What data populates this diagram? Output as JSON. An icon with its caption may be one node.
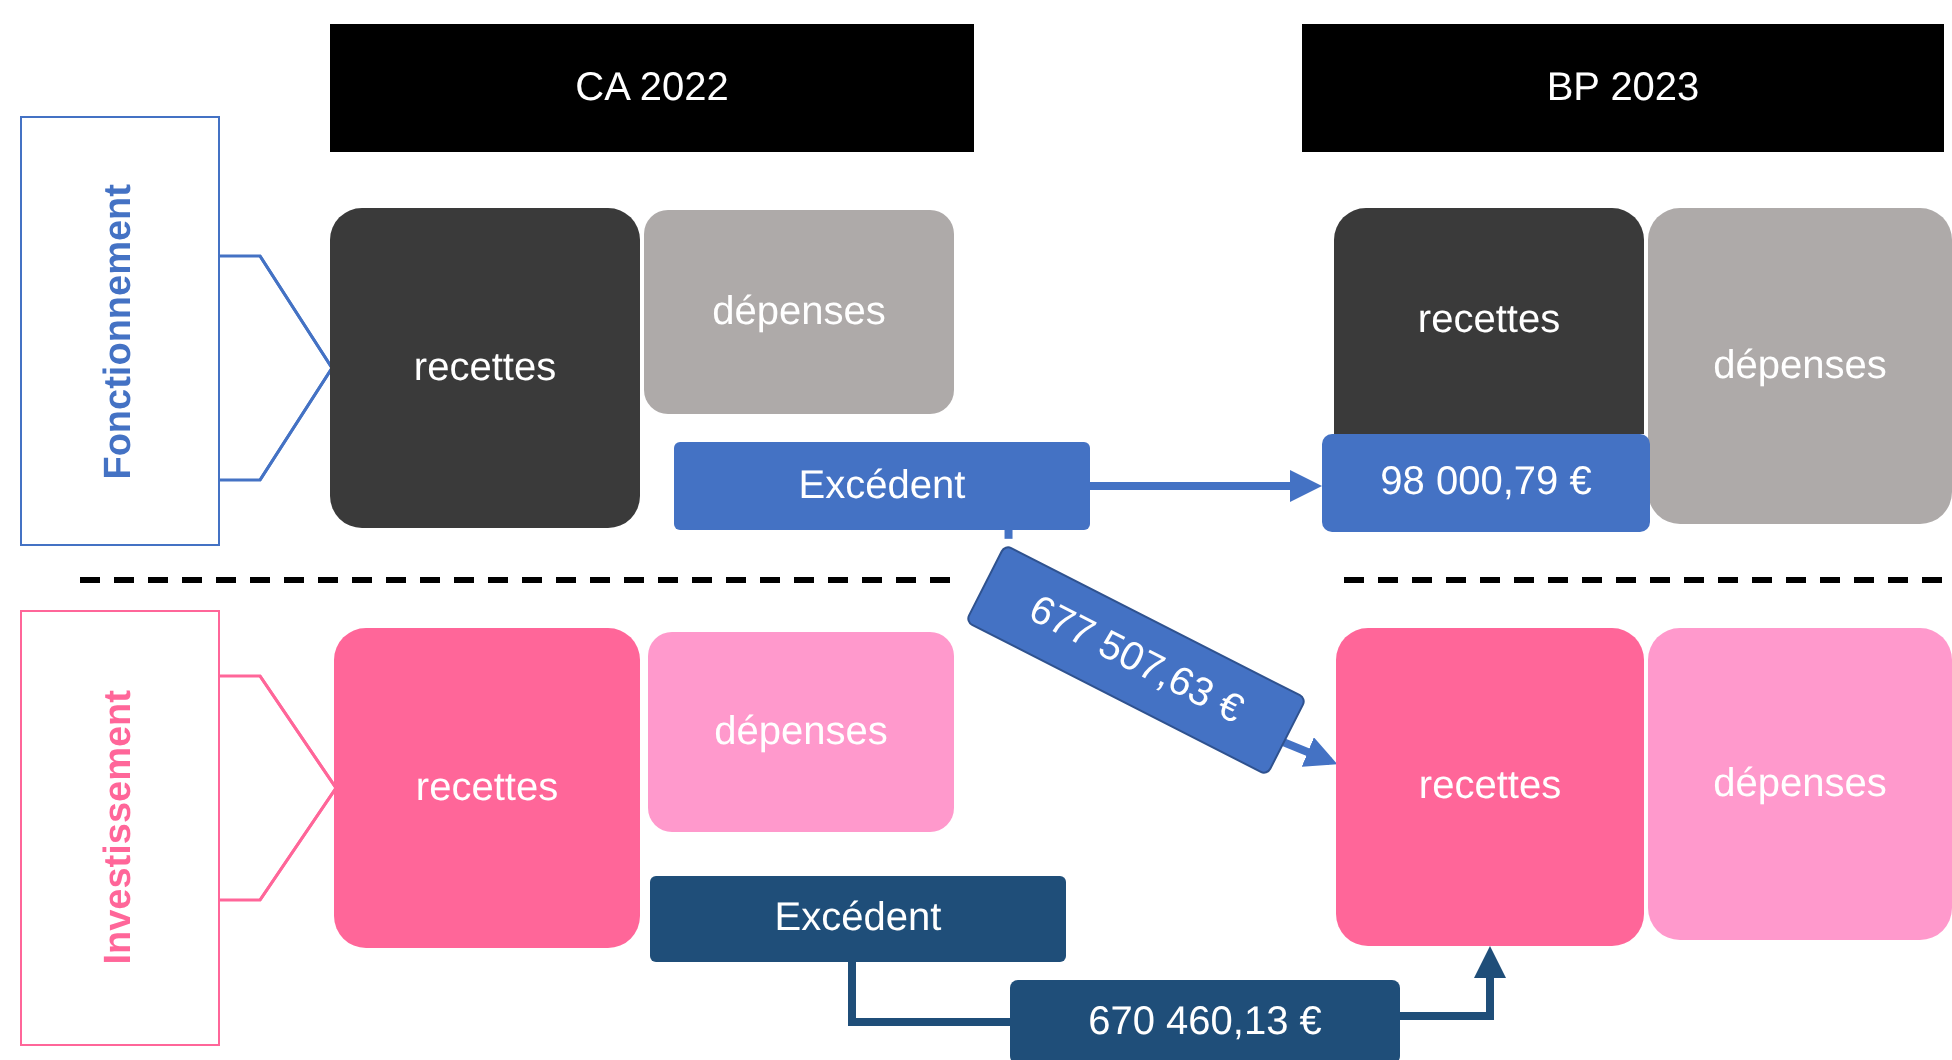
{
  "diagram": {
    "nodes": [
      {
        "text": [
          "CA 2022"
        ]
      },
      {
        "text": [
          "BP 2023"
        ]
      },
      {
        "text": [
          "Fonctionnement"
        ]
      },
      {
        "text": [
          "recettes"
        ]
      },
      {
        "text": [
          "dépenses"
        ]
      },
      {
        "text": [
          "Excédent"
        ]
      },
      {
        "text": [
          "recettes"
        ]
      },
      {
        "text": [
          "dépenses"
        ]
      },
      {
        "text": [
          "98 000,79 €"
        ]
      },
      {
        "text": [
          "Investissement"
        ]
      },
      {
        "text": [
          "recettes"
        ]
      },
      {
        "text": [
          "dépenses"
        ]
      },
      {
        "text": [
          "Excédent"
        ]
      },
      {
        "text": [
          "recettes"
        ]
      },
      {
        "text": [
          "dépenses"
        ]
      },
      {
        "text": [
          "677 507,63 €"
        ]
      },
      {
        "text": [
          "670 460,13 €"
        ]
      }
    ],
    "edges": [
      {
        "from": 5,
        "to": 8,
        "arrow": "to"
      },
      {
        "from": 5,
        "to": 15,
        "arrow": "none"
      },
      {
        "from": 15,
        "to": 13,
        "arrow": "to"
      },
      {
        "from": 12,
        "to": 16,
        "arrow": "none",
        "color": "#1f4e79"
      },
      {
        "from": 16,
        "to": 13,
        "arrow": "to",
        "color": "#1f4e79"
      },
      {
        "from": 2,
        "to": 3,
        "arrow": "to"
      },
      {
        "from": 9,
        "to": 10,
        "arrow": "to",
        "color": "#ff6699"
      }
    ]
  }
}
